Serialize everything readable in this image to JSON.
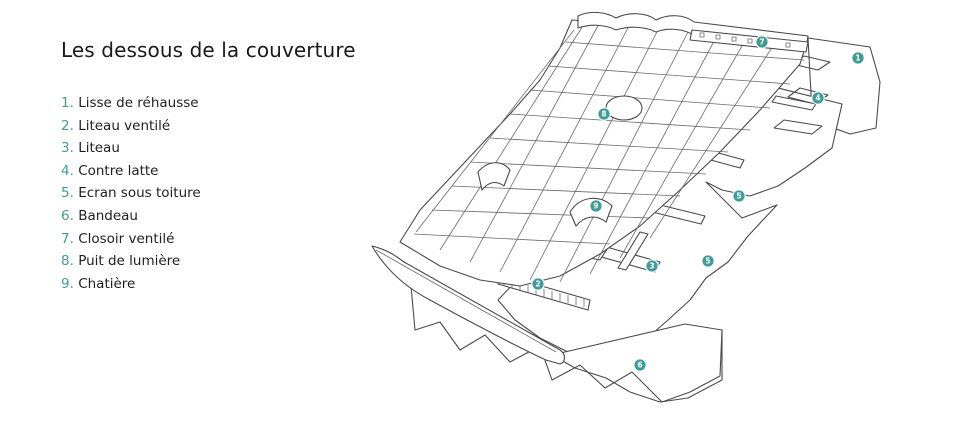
{
  "title": "Les dessous de la couverture",
  "legend": [
    {
      "num": "1.",
      "label": "Lisse de réhausse"
    },
    {
      "num": "2.",
      "label": "Liteau ventilé"
    },
    {
      "num": "3.",
      "label": "Liteau"
    },
    {
      "num": "4.",
      "label": "Contre latte"
    },
    {
      "num": "5.",
      "label": "Ecran sous toiture"
    },
    {
      "num": "6.",
      "label": "Bandeau"
    },
    {
      "num": "7.",
      "label": "Closoir ventilé"
    },
    {
      "num": "8.",
      "label": "Puit de lumière"
    },
    {
      "num": "9.",
      "label": "Chatière"
    }
  ],
  "badges": {
    "b1": "1",
    "b2": "2",
    "b3": "3",
    "b4": "4",
    "b5a": "5",
    "b5b": "5",
    "b6": "6",
    "b7": "7",
    "b8": "8",
    "b9": "9"
  },
  "colors": {
    "accent": "#3f9c98",
    "line": "#4a4a4a",
    "text": "#1f1f1f"
  }
}
